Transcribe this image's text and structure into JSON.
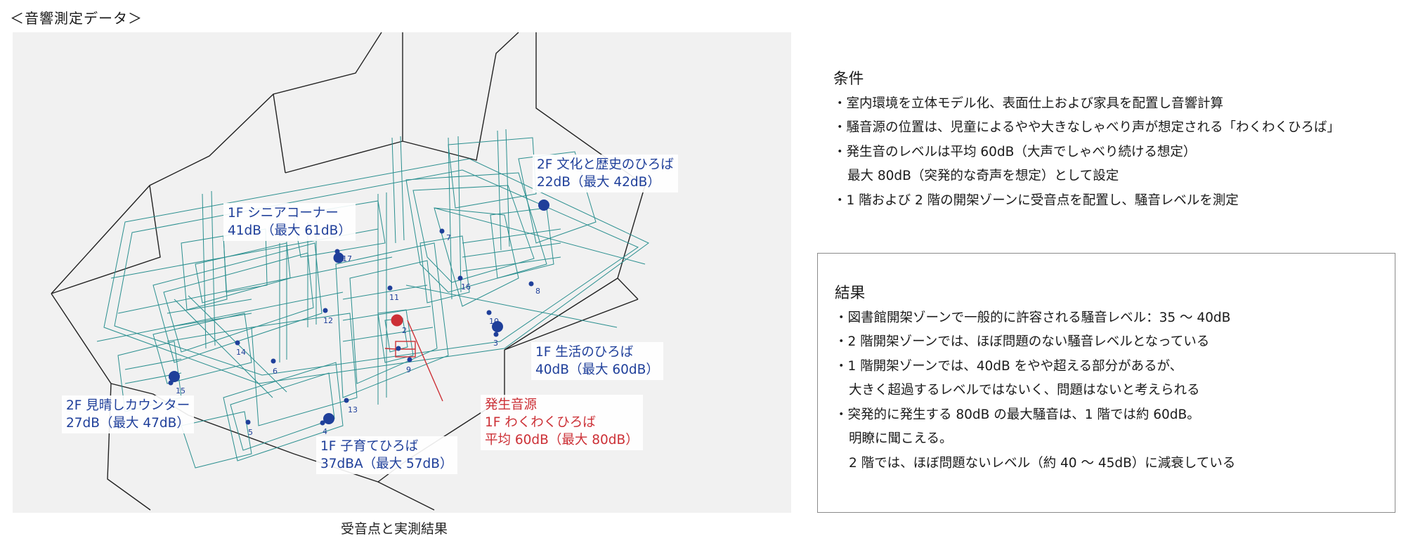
{
  "page_title": "＜音響測定データ＞",
  "figure_caption": "受音点と実測結果",
  "colors": {
    "receiver": "#1f3f9a",
    "source": "#cc3036",
    "model_lines": "#2a8f8f",
    "outline": "#222222",
    "figure_bg": "#f1f1f1"
  },
  "callouts": {
    "culture": {
      "line1": "2F 文化と歴史のひろば",
      "line2": "22dB（最大 42dB）"
    },
    "senior": {
      "line1": "1F シニアコーナー",
      "line2": "41dB（最大 61dB）"
    },
    "life": {
      "line1": "1F 生活のひろば",
      "line2": "40dB（最大 60dB）"
    },
    "counter": {
      "line1": "2F 見晴しカウンター",
      "line2": "27dB（最大 47dB）"
    },
    "child": {
      "line1": "1F 子育てひろば",
      "line2": "37dBA（最大 57dB）"
    },
    "source": {
      "line1": "発生音源",
      "line2": "1F わくわくひろば",
      "line3": "平均 60dB（最大 80dB）"
    }
  },
  "point_labels": [
    "2",
    "3",
    "4",
    "5",
    "6",
    "7",
    "8",
    "9",
    "10",
    "11",
    "12",
    "13",
    "14",
    "15",
    "16",
    "17"
  ],
  "conditions": {
    "title": "条件",
    "lines": [
      "・室内環境を立体モデル化、表面仕上および家具を配置し音響計算",
      "・騒音源の位置は、児童によるやや大きなしゃべり声が想定される「わくわくひろば」",
      "・発生音のレベルは平均 60dB（大声でしゃべり続ける想定）",
      "最大 80dB（突発的な奇声を想定）として設定",
      "・1 階および 2 階の開架ゾーンに受音点を配置し、騒音レベルを測定"
    ]
  },
  "results": {
    "title": "結果",
    "lines": [
      "・図書館開架ゾーンで一般的に許容される騒音レベル：35 ～ 40dB",
      "・2 階開架ゾーンでは、ほぼ問題のない騒音レベルとなっている",
      "・1 階開架ゾーンでは、40dB をやや超える部分があるが、",
      "大きく超過するレベルではないく、問題はないと考えられる",
      "・突発的に発生する 80dB の最大騒音は、1 階では約 60dB。",
      "明瞭に聞こえる。",
      "2 階では、ほぼ問題ないレベル（約 40 ～ 45dB）に減衰している"
    ]
  }
}
